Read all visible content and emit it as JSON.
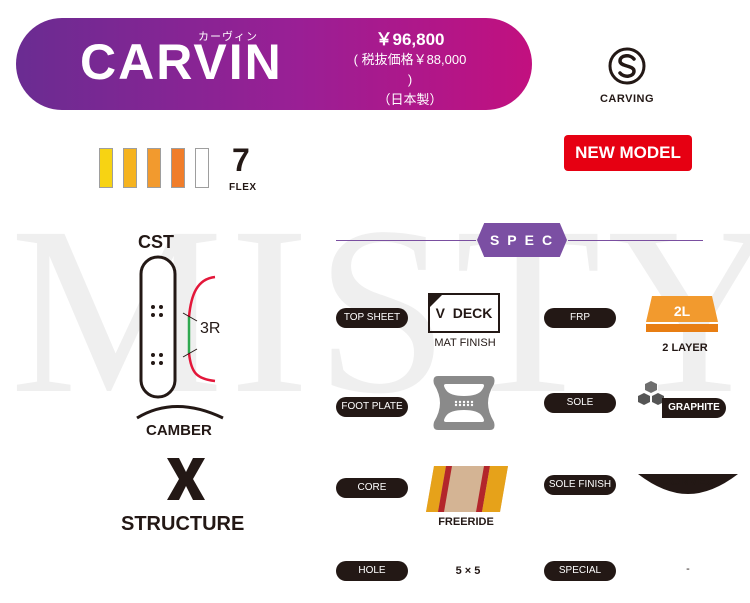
{
  "watermark": "MISTY",
  "header": {
    "model_name": "CARVIN",
    "model_kana": "カーヴィン",
    "price": "￥96,800",
    "price_tax_excluded": "( 税抜価格￥88,000 )",
    "origin": "（日本製）"
  },
  "carving_logo": {
    "label": "CARVING",
    "icon": "carving-s-logo-icon"
  },
  "new_model_badge": "NEW MODEL",
  "flex": {
    "value": "7",
    "label": "FLEX",
    "box_colors": [
      "#f7d313",
      "#f5b31f",
      "#f29a2e",
      "#f07d2a",
      "#ffffff",
      "#ffffff"
    ]
  },
  "profile": {
    "cst_label": "CST",
    "sidecut_label": "3R",
    "camber_label": "CAMBER",
    "structure_label": "STRUCTURE",
    "structure_icon": "x-structure-icon",
    "colors": {
      "sidecut_red": "#e3173a",
      "sidecut_green": "#2fa84f"
    }
  },
  "spec": {
    "title": "SPEC",
    "accent_color": "#7b4fa3",
    "items": {
      "top_sheet": {
        "label": "TOP SHEET",
        "icon_text": "V  DECK",
        "caption": "MAT FINISH"
      },
      "frp": {
        "label": "FRP",
        "icon_text": "2L",
        "caption": "2 LAYER"
      },
      "foot_plate": {
        "label": "FOOT PLATE",
        "icon": "foot-plate-icon"
      },
      "sole": {
        "label": "SOLE",
        "icon_text": "GRAPHITE"
      },
      "core": {
        "label": "CORE",
        "caption": "FREERIDE"
      },
      "sole_finish": {
        "label": "SOLE FINISH",
        "icon_text": "CONVEX"
      },
      "hole": {
        "label": "HOLE",
        "value": "5 × 5"
      },
      "special": {
        "label": "SPECIAL",
        "value": "-"
      }
    }
  }
}
